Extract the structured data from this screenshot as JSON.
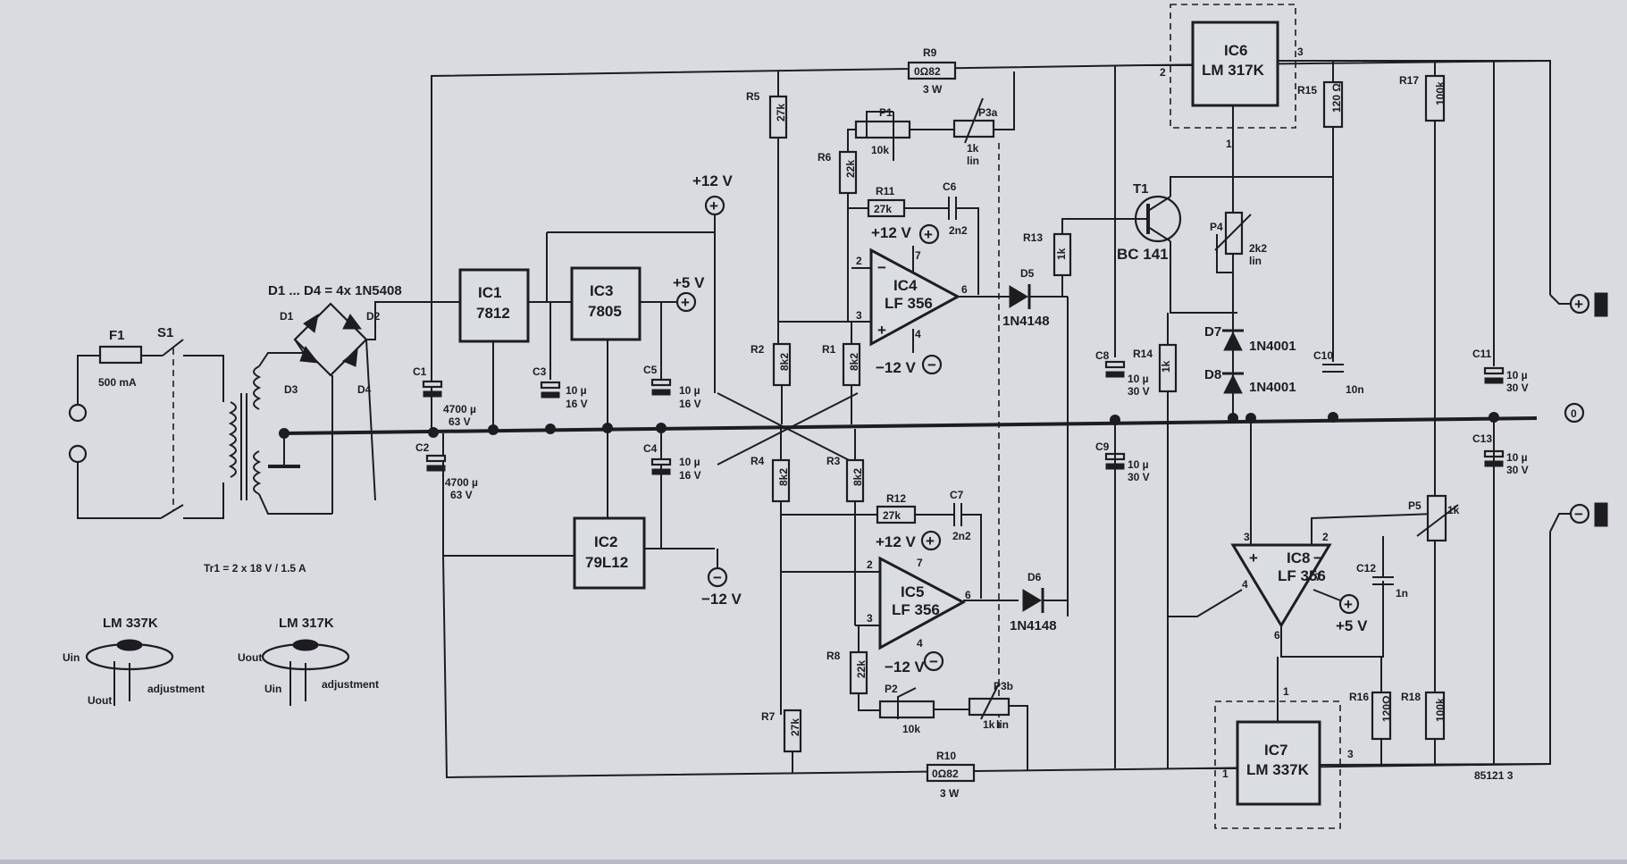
{
  "colors": {
    "paper": "#d9dbe0",
    "ink": "#1d1d1f",
    "border": "#b9bcc4"
  },
  "labels": {
    "diodes": "D1 ... D4 = 4x 1N5408",
    "f1": "F1",
    "f1_val": "500 mA",
    "s1": "S1",
    "tr1": "Tr1 = 2 x 18 V  / 1.5 A",
    "d1": "D1",
    "d2": "D2",
    "d3": "D3",
    "d4": "D4",
    "ic1": "IC1",
    "ic1_part": "7812",
    "ic3": "IC3",
    "ic3_part": "7805",
    "ic2": "IC2",
    "ic2_part": "79L12",
    "c1": "C1",
    "c1_val": "4700 µ",
    "c1_v": "63 V",
    "c2": "C2",
    "c2_val": "4700 µ",
    "c2_v": "63 V",
    "c3": "C3",
    "c3_val": "10 µ",
    "c3_v": "16 V",
    "c5": "C5",
    "c5_val": "10 µ",
    "c5_v": "16 V",
    "c4": "C4",
    "c4_val": "10 µ",
    "c4_v": "16 V",
    "p12v": "+12 V",
    "p5v": "+5 V",
    "m12v": "−12 V",
    "r5": "R5",
    "r5_val": "27k",
    "r2": "R2",
    "r2_val": "8k2",
    "r1": "R1",
    "r1_val": "8k2",
    "r4": "R4",
    "r4_val": "8k2",
    "r3": "R3",
    "r3_val": "8k2",
    "r7": "R7",
    "r7_val": "27k",
    "r6": "R6",
    "r6_val": "22k",
    "r8": "R8",
    "r8_val": "22k",
    "r9": "R9",
    "r9_val": "0Ω82",
    "r9_w": "3 W",
    "r10": "R10",
    "r10_val": "0Ω82",
    "r10_w": "3 W",
    "r11": "R11",
    "r11_val": "27k",
    "r12": "R12",
    "r12_val": "27k",
    "c6": "C6",
    "c6_val": "2n2",
    "c7": "C7",
    "c7_val": "2n2",
    "p1": "P1",
    "p1_val": "10k",
    "p2": "P2",
    "p2_val": "10k",
    "p3a": "P3a",
    "p3a_val": "1k",
    "p3a_lin": "lin",
    "p3b": "P3b",
    "p3b_val": "1k",
    "p3b_lin": "lin",
    "ic4": "IC4",
    "ic4_part": "LF 356",
    "ic5": "IC5",
    "ic5_part": "LF 356",
    "ic8": "IC8",
    "ic8_part": "LF 356",
    "ic4_p12": "+12 V",
    "ic4_m12": "−12 V",
    "ic5_p12": "+12 V",
    "ic5_m12": "−12 V",
    "d5": "D5",
    "d5_part": "1N4148",
    "d6": "D6",
    "d6_part": "1N4148",
    "r13": "R13",
    "r13_val": "1k",
    "t1": "T1",
    "t1_part": "BC 141",
    "p4": "P4",
    "p4_val": "2k2",
    "p4_lin": "lin",
    "d7": "D7",
    "d7_part": "1N4001",
    "d8": "D8",
    "d8_part": "1N4001",
    "c8": "C8",
    "c8_val": "10 µ",
    "c8_v": "30 V",
    "c9": "C9",
    "c9_val": "10 µ",
    "c9_v": "30 V",
    "r14": "R14",
    "r14_val": "1k",
    "c10": "C10",
    "c10_val": "10n",
    "ic6": "IC6",
    "ic6_part": "LM 317K",
    "ic7": "IC7",
    "ic7_part": "LM 337K",
    "r15": "R15",
    "r15_val": "120 Ω",
    "r17": "R17",
    "r17_val": "100k",
    "r16": "R16",
    "r16_val": "120Ω",
    "r18": "R18",
    "r18_val": "100k",
    "c11": "C11",
    "c11_val": "10 µ",
    "c11_v": "30 V",
    "c13": "C13",
    "c13_val": "10 µ",
    "c13_v": "30 V",
    "c12": "C12",
    "c12_val": "1n",
    "p5": "P5",
    "p5_val": "1k",
    "ic8_p5": "+5 V",
    "pin1": "1",
    "pin2": "2",
    "pin3": "3",
    "pin4": "4",
    "pin6": "6",
    "pin7": "7",
    "fig_no": "85121  3",
    "pkg1_title": "LM 337K",
    "pkg2_title": "LM 317K",
    "uin": "Uin",
    "uout": "Uout",
    "adjustment": "adjustment"
  }
}
